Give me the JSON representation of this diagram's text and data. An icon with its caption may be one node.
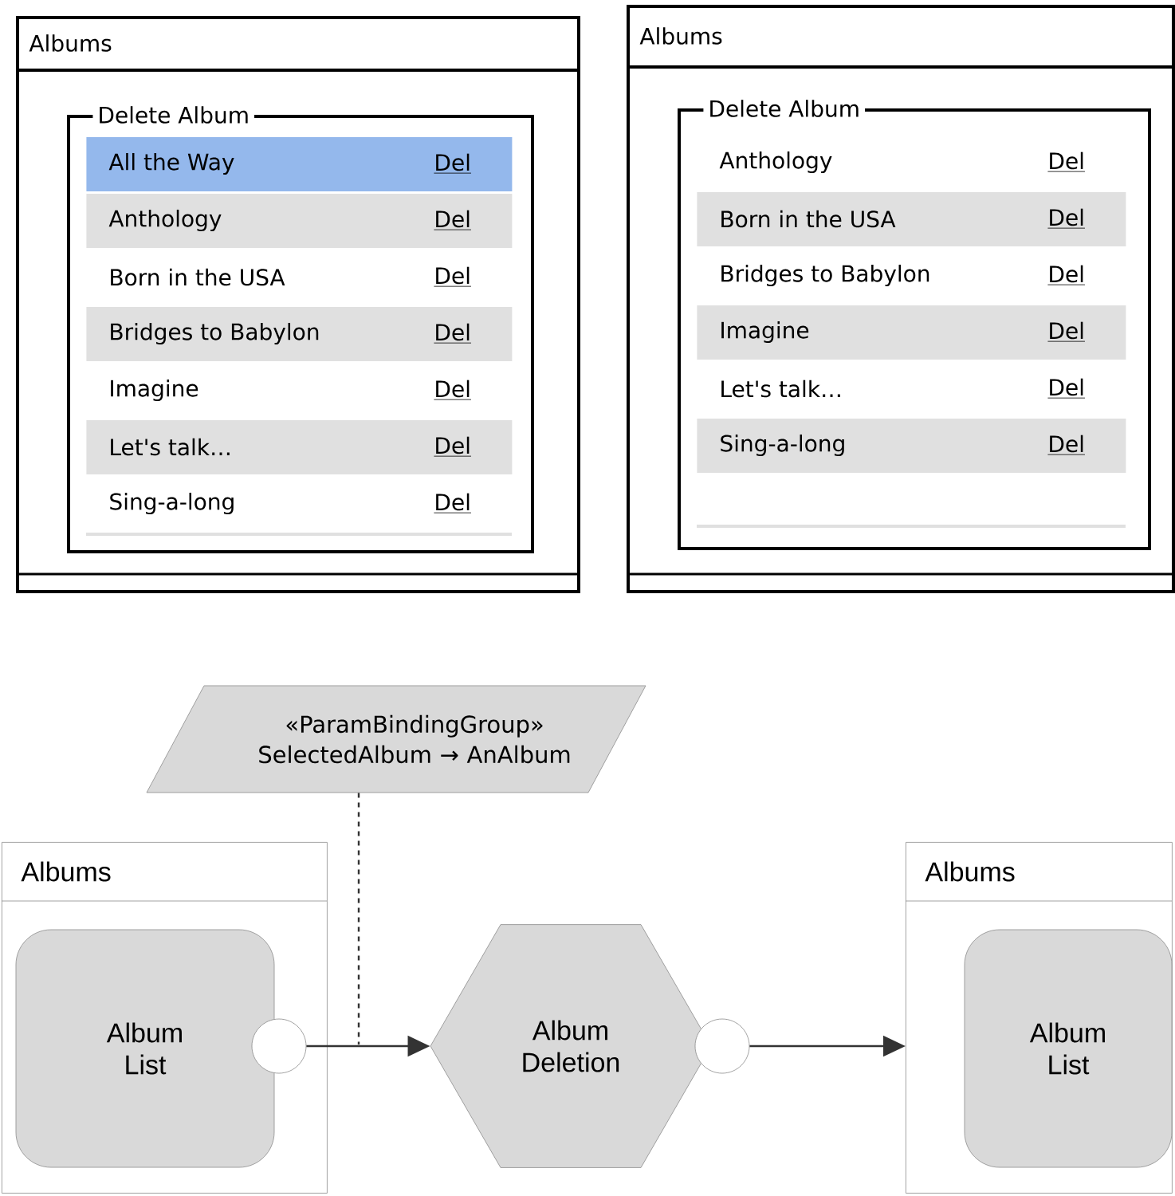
{
  "diagram": {
    "nodes": [
      {
        "text": [
          "Albums"
        ]
      },
      {
        "text": [
          "Delete Album"
        ],
        "in": 0
      },
      {
        "text": [
          "All the Way",
          "Del"
        ],
        "in": 1
      },
      {
        "text": [
          "Anthology",
          "Del"
        ],
        "in": 1
      },
      {
        "text": [
          "Born in the USA",
          "Del"
        ],
        "in": 1
      },
      {
        "text": [
          "Bridges to Babylon",
          "Del"
        ],
        "in": 1
      },
      {
        "text": [
          "Imagine",
          "Del"
        ],
        "in": 1
      },
      {
        "text": [
          "Let's talk…",
          "Del"
        ],
        "in": 1
      },
      {
        "text": [
          "Sing-a-long",
          "Del"
        ],
        "in": 1
      },
      {
        "text": [
          "Albums"
        ]
      },
      {
        "text": [
          "Delete Album"
        ],
        "in": 9
      },
      {
        "text": [
          "Anthology",
          "Del"
        ],
        "in": 10
      },
      {
        "text": [
          "Born in the USA",
          "Del"
        ],
        "in": 10
      },
      {
        "text": [
          "Bridges to Babylon",
          "Del"
        ],
        "in": 10
      },
      {
        "text": [
          "Imagine",
          "Del"
        ],
        "in": 10
      },
      {
        "text": [
          "Let's talk…",
          "Del"
        ],
        "in": 10
      },
      {
        "text": [
          "Sing-a-long",
          "Del"
        ],
        "in": 10
      },
      {
        "text": [
          "«ParamBindingGroup» SelectedAlbum → AnAlbum"
        ]
      },
      {
        "text": [
          "Albums"
        ]
      },
      {
        "text": [
          "Album List"
        ],
        "in": 18
      },
      {
        "text": [],
        "shape": "circle",
        "in": 18
      },
      {
        "text": [
          "Album Deletion"
        ]
      },
      {
        "text": [],
        "shape": "circle"
      },
      {
        "text": [
          "Albums"
        ]
      },
      {
        "text": [
          "Album List"
        ],
        "in": 23
      }
    ],
    "edges": [
      {
        "from": 20,
        "to": 21,
        "arrow": "to"
      },
      {
        "from": 17,
        "to": null,
        "arrow": "none",
        "style": "dashed"
      },
      {
        "from": 22,
        "to": 23,
        "arrow": "to"
      }
    ]
  }
}
